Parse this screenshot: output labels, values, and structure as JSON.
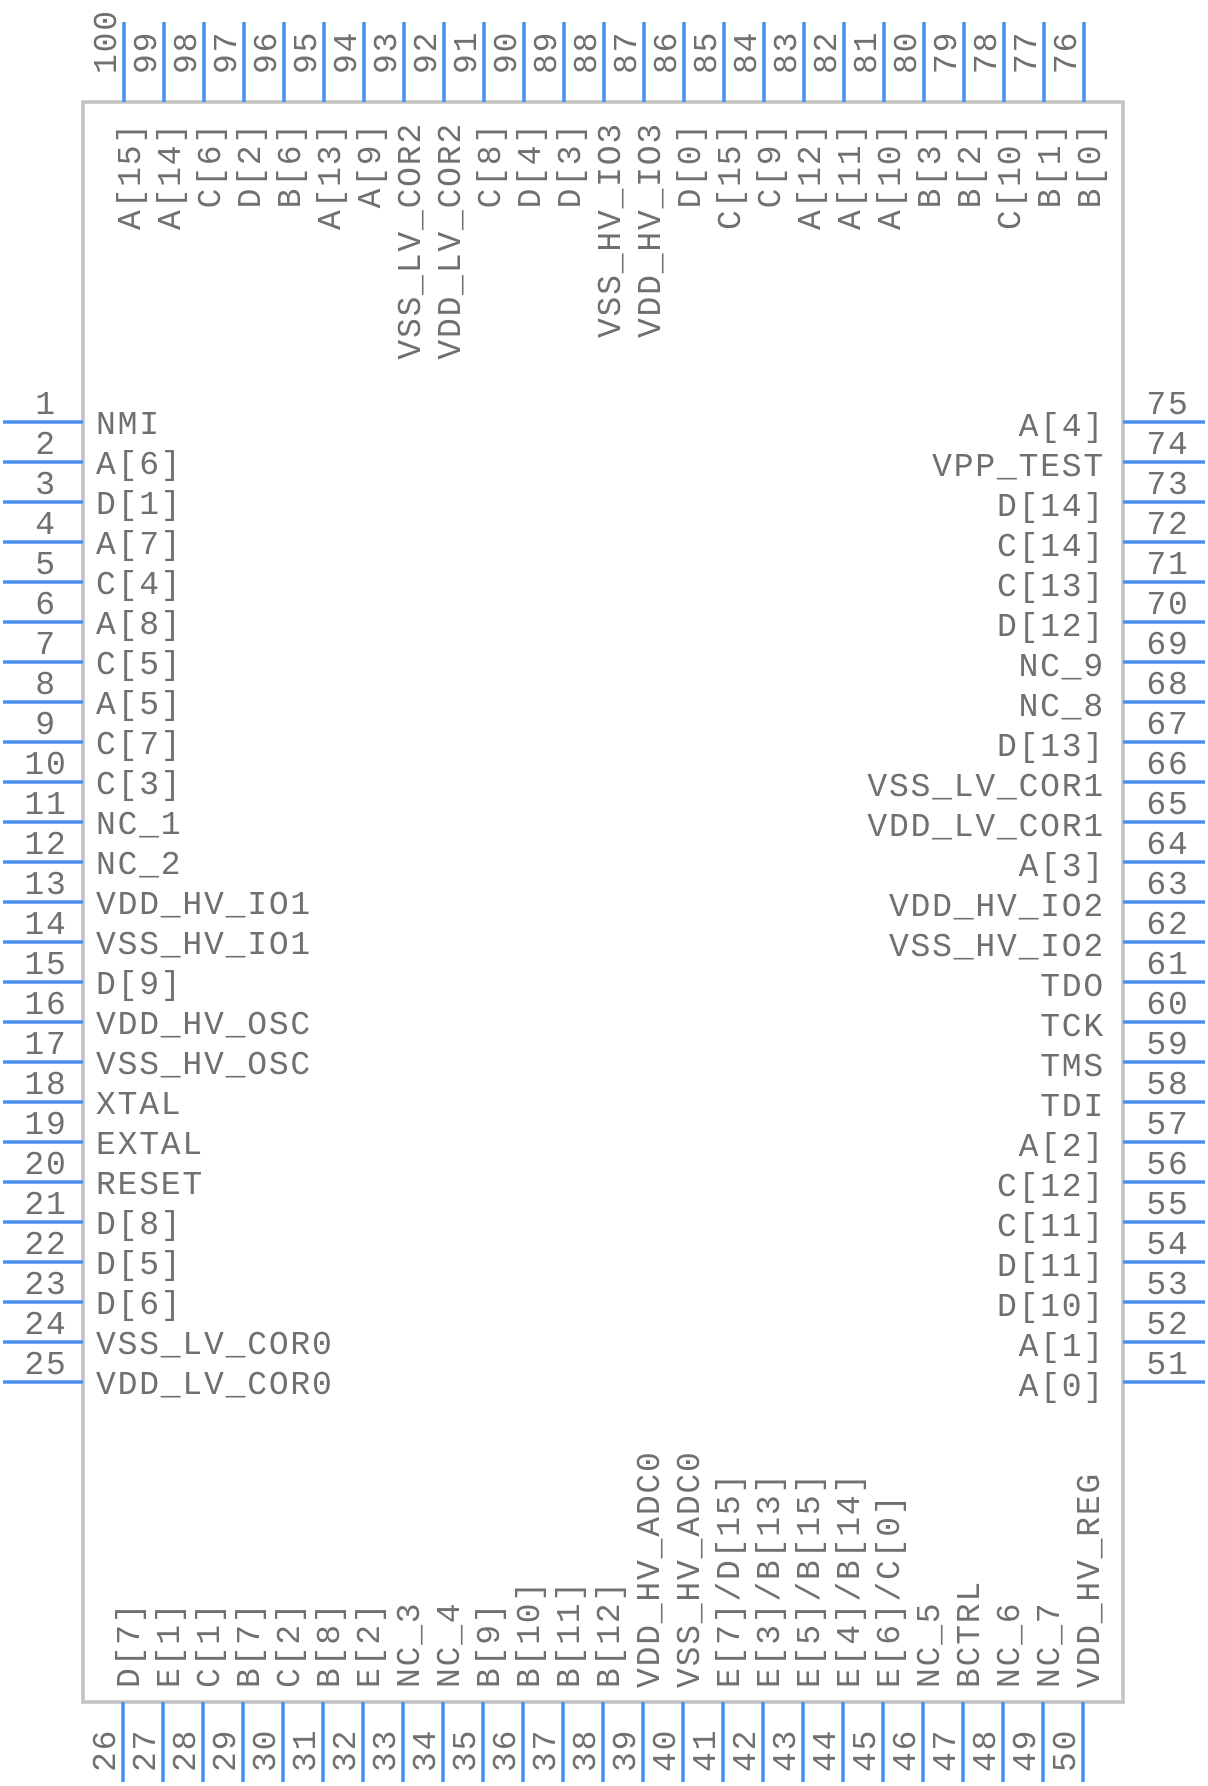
{
  "component": {
    "type": "IC schematic symbol",
    "pin_count": 100,
    "colors": {
      "pin": "#4a8ff0",
      "body_outline": "#c2c2c2",
      "text": "#707070",
      "background": "#ffffff"
    }
  },
  "pins": {
    "left": [
      {
        "number": "1",
        "name": "NMI"
      },
      {
        "number": "2",
        "name": "A[6]"
      },
      {
        "number": "3",
        "name": "D[1]"
      },
      {
        "number": "4",
        "name": "A[7]"
      },
      {
        "number": "5",
        "name": "C[4]"
      },
      {
        "number": "6",
        "name": "A[8]"
      },
      {
        "number": "7",
        "name": "C[5]"
      },
      {
        "number": "8",
        "name": "A[5]"
      },
      {
        "number": "9",
        "name": "C[7]"
      },
      {
        "number": "10",
        "name": "C[3]"
      },
      {
        "number": "11",
        "name": "NC_1"
      },
      {
        "number": "12",
        "name": "NC_2"
      },
      {
        "number": "13",
        "name": "VDD_HV_IO1"
      },
      {
        "number": "14",
        "name": "VSS_HV_IO1"
      },
      {
        "number": "15",
        "name": "D[9]"
      },
      {
        "number": "16",
        "name": "VDD_HV_OSC"
      },
      {
        "number": "17",
        "name": "VSS_HV_OSC"
      },
      {
        "number": "18",
        "name": "XTAL"
      },
      {
        "number": "19",
        "name": "EXTAL"
      },
      {
        "number": "20",
        "name": "RESET"
      },
      {
        "number": "21",
        "name": "D[8]"
      },
      {
        "number": "22",
        "name": "D[5]"
      },
      {
        "number": "23",
        "name": "D[6]"
      },
      {
        "number": "24",
        "name": "VSS_LV_COR0"
      },
      {
        "number": "25",
        "name": "VDD_LV_COR0"
      }
    ],
    "bottom": [
      {
        "number": "26",
        "name": "D[7]"
      },
      {
        "number": "27",
        "name": "E[1]"
      },
      {
        "number": "28",
        "name": "C[1]"
      },
      {
        "number": "29",
        "name": "B[7]"
      },
      {
        "number": "30",
        "name": "C[2]"
      },
      {
        "number": "31",
        "name": "B[8]"
      },
      {
        "number": "32",
        "name": "E[2]"
      },
      {
        "number": "33",
        "name": "NC_3"
      },
      {
        "number": "34",
        "name": "NC_4"
      },
      {
        "number": "35",
        "name": "B[9]"
      },
      {
        "number": "36",
        "name": "B[10]"
      },
      {
        "number": "37",
        "name": "B[11]"
      },
      {
        "number": "38",
        "name": "B[12]"
      },
      {
        "number": "39",
        "name": "VDD_HV_ADC0"
      },
      {
        "number": "40",
        "name": "VSS_HV_ADC0"
      },
      {
        "number": "41",
        "name": "E[7]/D[15]"
      },
      {
        "number": "42",
        "name": "E[3]/B[13]"
      },
      {
        "number": "43",
        "name": "E[5]/B[15]"
      },
      {
        "number": "44",
        "name": "E[4]/B[14]"
      },
      {
        "number": "45",
        "name": "E[6]/C[0]"
      },
      {
        "number": "46",
        "name": "NC_5"
      },
      {
        "number": "47",
        "name": "BCTRL"
      },
      {
        "number": "48",
        "name": "NC_6"
      },
      {
        "number": "49",
        "name": "NC_7"
      },
      {
        "number": "50",
        "name": "VDD_HV_REG"
      }
    ],
    "right": [
      {
        "number": "75",
        "name": "A[4]"
      },
      {
        "number": "74",
        "name": "VPP_TEST"
      },
      {
        "number": "73",
        "name": "D[14]"
      },
      {
        "number": "72",
        "name": "C[14]"
      },
      {
        "number": "71",
        "name": "C[13]"
      },
      {
        "number": "70",
        "name": "D[12]"
      },
      {
        "number": "69",
        "name": "NC_9"
      },
      {
        "number": "68",
        "name": "NC_8"
      },
      {
        "number": "67",
        "name": "D[13]"
      },
      {
        "number": "66",
        "name": "VSS_LV_COR1"
      },
      {
        "number": "65",
        "name": "VDD_LV_COR1"
      },
      {
        "number": "64",
        "name": "A[3]"
      },
      {
        "number": "63",
        "name": "VDD_HV_IO2"
      },
      {
        "number": "62",
        "name": "VSS_HV_IO2"
      },
      {
        "number": "61",
        "name": "TDO"
      },
      {
        "number": "60",
        "name": "TCK"
      },
      {
        "number": "59",
        "name": "TMS"
      },
      {
        "number": "58",
        "name": "TDI"
      },
      {
        "number": "57",
        "name": "A[2]"
      },
      {
        "number": "56",
        "name": "C[12]"
      },
      {
        "number": "55",
        "name": "C[11]"
      },
      {
        "number": "54",
        "name": "D[11]"
      },
      {
        "number": "53",
        "name": "D[10]"
      },
      {
        "number": "52",
        "name": "A[1]"
      },
      {
        "number": "51",
        "name": "A[0]"
      }
    ],
    "top": [
      {
        "number": "100",
        "name": "A[15]"
      },
      {
        "number": "99",
        "name": "A[14]"
      },
      {
        "number": "98",
        "name": "C[6]"
      },
      {
        "number": "97",
        "name": "D[2]"
      },
      {
        "number": "96",
        "name": "B[6]"
      },
      {
        "number": "95",
        "name": "A[13]"
      },
      {
        "number": "94",
        "name": "A[9]"
      },
      {
        "number": "93",
        "name": "VSS_LV_COR2"
      },
      {
        "number": "92",
        "name": "VDD_LV_COR2"
      },
      {
        "number": "91",
        "name": "C[8]"
      },
      {
        "number": "90",
        "name": "D[4]"
      },
      {
        "number": "89",
        "name": "D[3]"
      },
      {
        "number": "88",
        "name": "VSS_HV_IO3"
      },
      {
        "number": "87",
        "name": "VDD_HV_IO3"
      },
      {
        "number": "86",
        "name": "D[0]"
      },
      {
        "number": "85",
        "name": "C[15]"
      },
      {
        "number": "84",
        "name": "C[9]"
      },
      {
        "number": "83",
        "name": "A[12]"
      },
      {
        "number": "82",
        "name": "A[11]"
      },
      {
        "number": "81",
        "name": "A[10]"
      },
      {
        "number": "80",
        "name": "B[3]"
      },
      {
        "number": "79",
        "name": "B[2]"
      },
      {
        "number": "78",
        "name": "C[10]"
      },
      {
        "number": "77",
        "name": "B[1]"
      },
      {
        "number": "76",
        "name": "B[0]"
      }
    ]
  }
}
